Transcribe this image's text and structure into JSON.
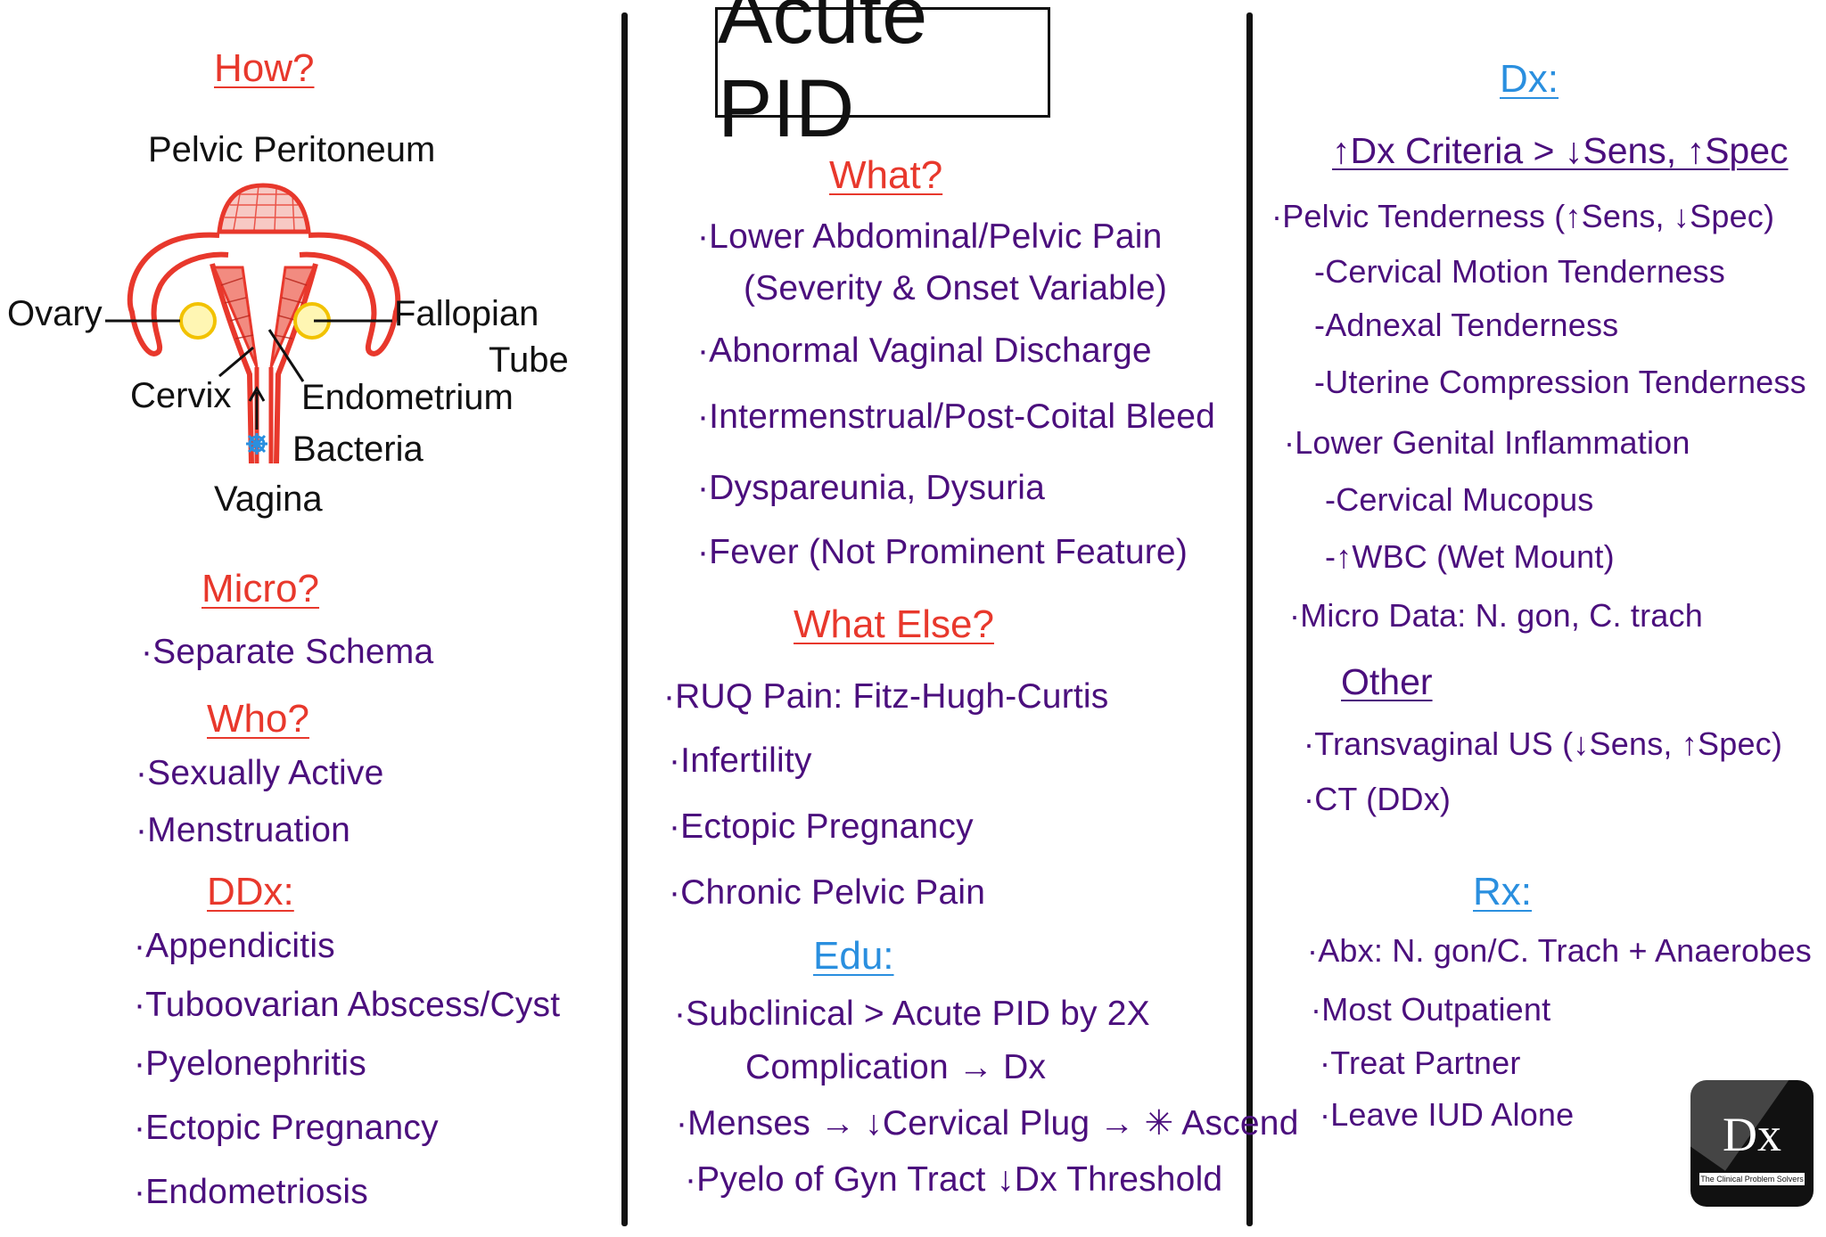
{
  "title": "Acute PID",
  "left": {
    "how_heading": "How?",
    "diagram": {
      "pelvic_peritoneum": "Pelvic Peritoneum",
      "ovary": "Ovary",
      "fallopian": "Fallopian",
      "tube": "Tube",
      "cervix": "Cervix",
      "endometrium": "Endometrium",
      "bacteria": "Bacteria",
      "vagina": "Vagina"
    },
    "micro_heading": "Micro?",
    "micro_items": [
      "·Separate Schema"
    ],
    "who_heading": "Who?",
    "who_items": [
      "·Sexually Active",
      "·Menstruation"
    ],
    "ddx_heading": "DDx:",
    "ddx_items": [
      "·Appendicitis",
      "·Tuboovarian Abscess/Cyst",
      "·Pyelonephritis",
      "·Ectopic Pregnancy",
      "·Endometriosis"
    ]
  },
  "middle": {
    "what_heading": "What?",
    "what_items": [
      "·Lower Abdominal/Pelvic Pain",
      "(Severity & Onset Variable)",
      "·Abnormal Vaginal Discharge",
      "·Intermenstrual/Post-Coital Bleed",
      "·Dyspareunia, Dysuria",
      "·Fever (Not Prominent Feature)"
    ],
    "what_else_heading": "What Else?",
    "what_else_items": [
      "·RUQ Pain: Fitz-Hugh-Curtis",
      "·Infertility",
      "·Ectopic Pregnancy",
      "·Chronic Pelvic Pain"
    ],
    "edu_heading": "Edu:",
    "edu_items": [
      "·Subclinical > Acute PID by 2X",
      "Complication → Dx",
      "·Menses → ↓Cervical Plug → ✳ Ascend",
      "·Pyelo of Gyn Tract",
      "↓Dx Threshold"
    ]
  },
  "right": {
    "dx_heading": "Dx:",
    "dx_criteria": "↑Dx Criteria > ↓Sens, ↑Spec",
    "dx_items": [
      "·Pelvic Tenderness (↑Sens, ↓Spec)",
      "-Cervical Motion Tenderness",
      "-Adnexal Tenderness",
      "-Uterine Compression Tenderness",
      "·Lower Genital Inflammation",
      "-Cervical Mucopus",
      "-↑WBC (Wet Mount)",
      "·Micro Data: N. gon, C. trach"
    ],
    "other_heading": "Other",
    "other_items": [
      "·Transvaginal US (↓Sens, ↑Spec)",
      "·CT (DDx)"
    ],
    "rx_heading": "Rx:",
    "rx_items": [
      "·Abx: N. gon/C. Trach + Anaerobes",
      "·Most Outpatient",
      "·Treat Partner",
      "·Leave IUD Alone"
    ]
  },
  "logo": {
    "text": "Dx",
    "tagline": "The Clinical Problem Solvers"
  },
  "colors": {
    "heading_red": "#e8382c",
    "heading_blue": "#2a8fdf",
    "body_purple": "#4b0f7d",
    "ink": "#111111"
  }
}
